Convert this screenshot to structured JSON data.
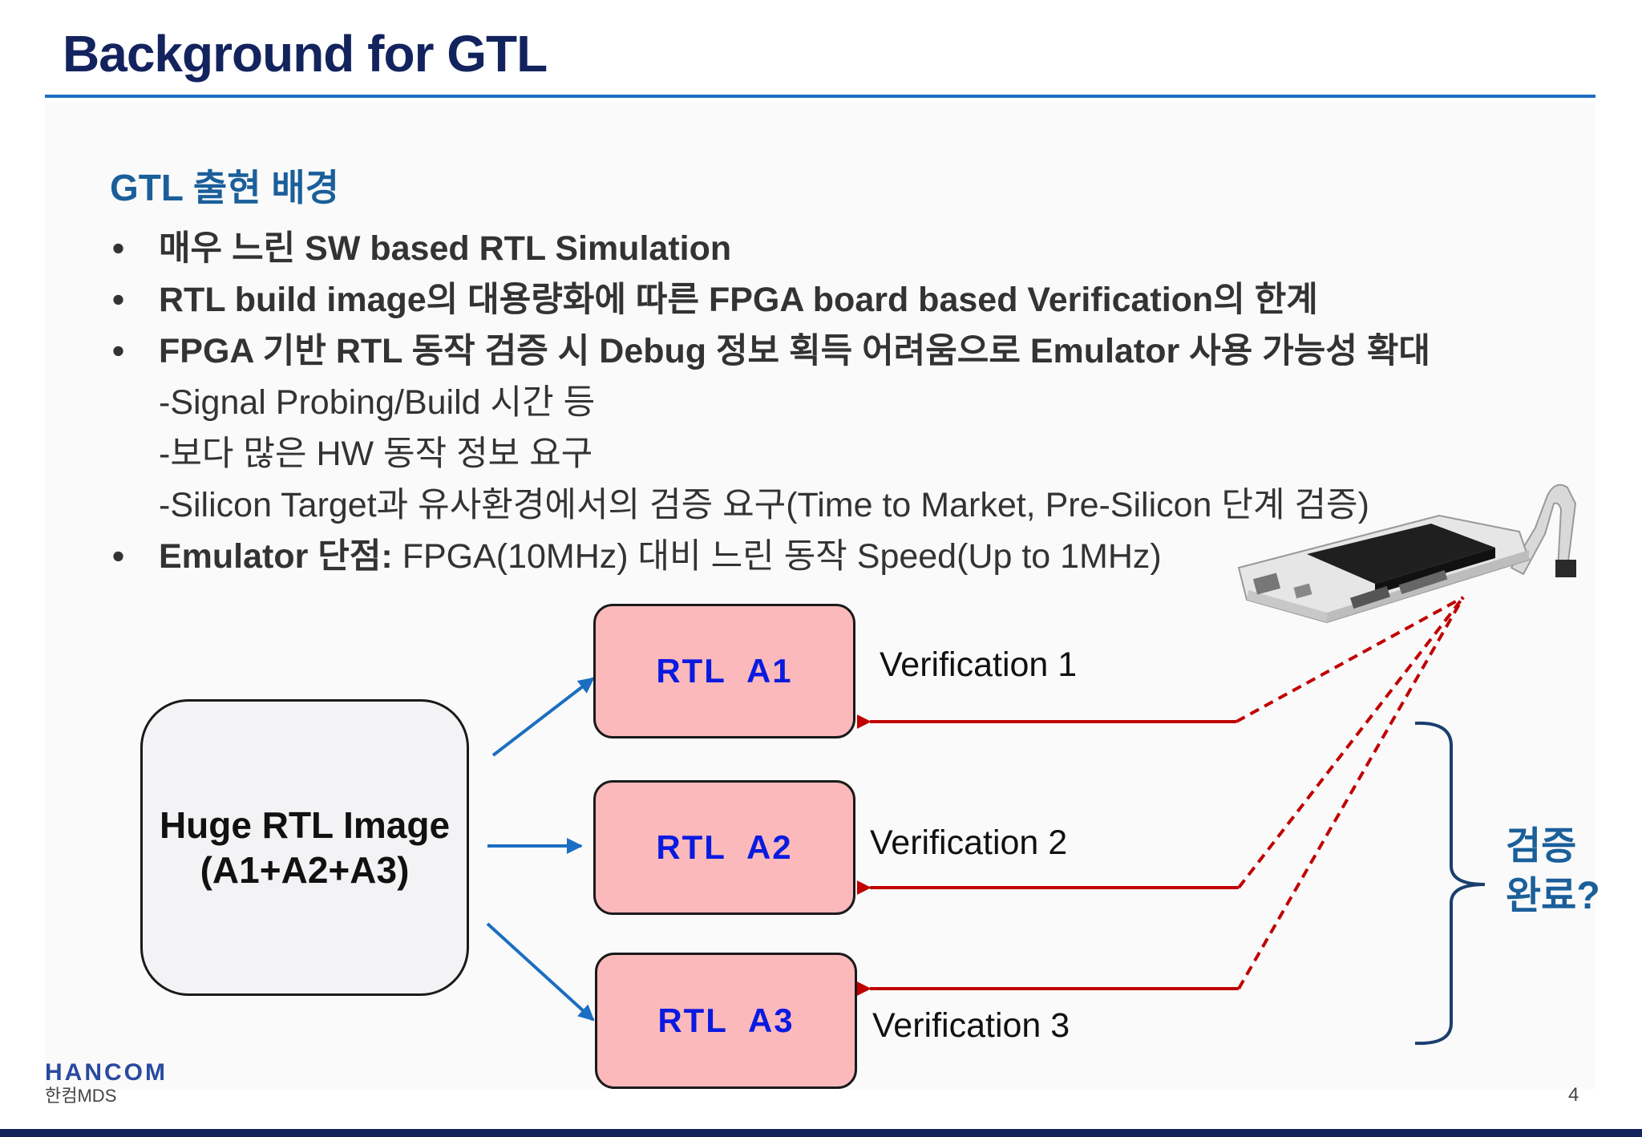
{
  "slide": {
    "title": "Background for GTL",
    "subtitle": "GTL 출현 배경",
    "page_number": "4"
  },
  "bullets": [
    {
      "bullet": "•",
      "bold": "매우 느린 SW based RTL Simulation",
      "text": ""
    },
    {
      "bullet": "•",
      "bold": "RTL build image의 대용량화에 따른 FPGA board based Verification의 한계",
      "text": ""
    },
    {
      "bullet": "•",
      "bold": "FPGA 기반 RTL 동작 검증 시 Debug 정보 획득 어려움으로 Emulator 사용 가능성 확대",
      "text": ""
    },
    {
      "bullet": "",
      "bold": "",
      "text": "-Signal Probing/Build 시간 등"
    },
    {
      "bullet": "",
      "bold": "",
      "text": "-보다 많은 HW 동작 정보 요구"
    },
    {
      "bullet": "",
      "bold": "",
      "text": "-Silicon Target과 유사환경에서의 검증 요구(Time to Market, Pre-Silicon 단계 검증)"
    },
    {
      "bullet": "•",
      "bold": "Emulator 단점:",
      "text": " FPGA(10MHz) 대비 느린 동작 Speed(Up to 1MHz)"
    }
  ],
  "diagram": {
    "source_box": {
      "line1": "Huge RTL Image",
      "line2": "(A1+A2+A3)"
    },
    "rtl_boxes": [
      {
        "label": "RTL  A1"
      },
      {
        "label": "RTL  A2"
      },
      {
        "label": "RTL  A3"
      }
    ],
    "verifications": [
      {
        "label": "Verification 1"
      },
      {
        "label": "Verification 2"
      },
      {
        "label": "Verification 3"
      }
    ],
    "result": {
      "line1": "검증",
      "line2": "완료?"
    },
    "colors": {
      "split_arrow": "#1b6ec1",
      "verify_arrow": "#c00000",
      "rtl_fill": "#fbb9bb",
      "rtl_text": "#0a1ae0"
    }
  },
  "logo": {
    "name": "HANCOM",
    "sub": "한컴MDS"
  }
}
